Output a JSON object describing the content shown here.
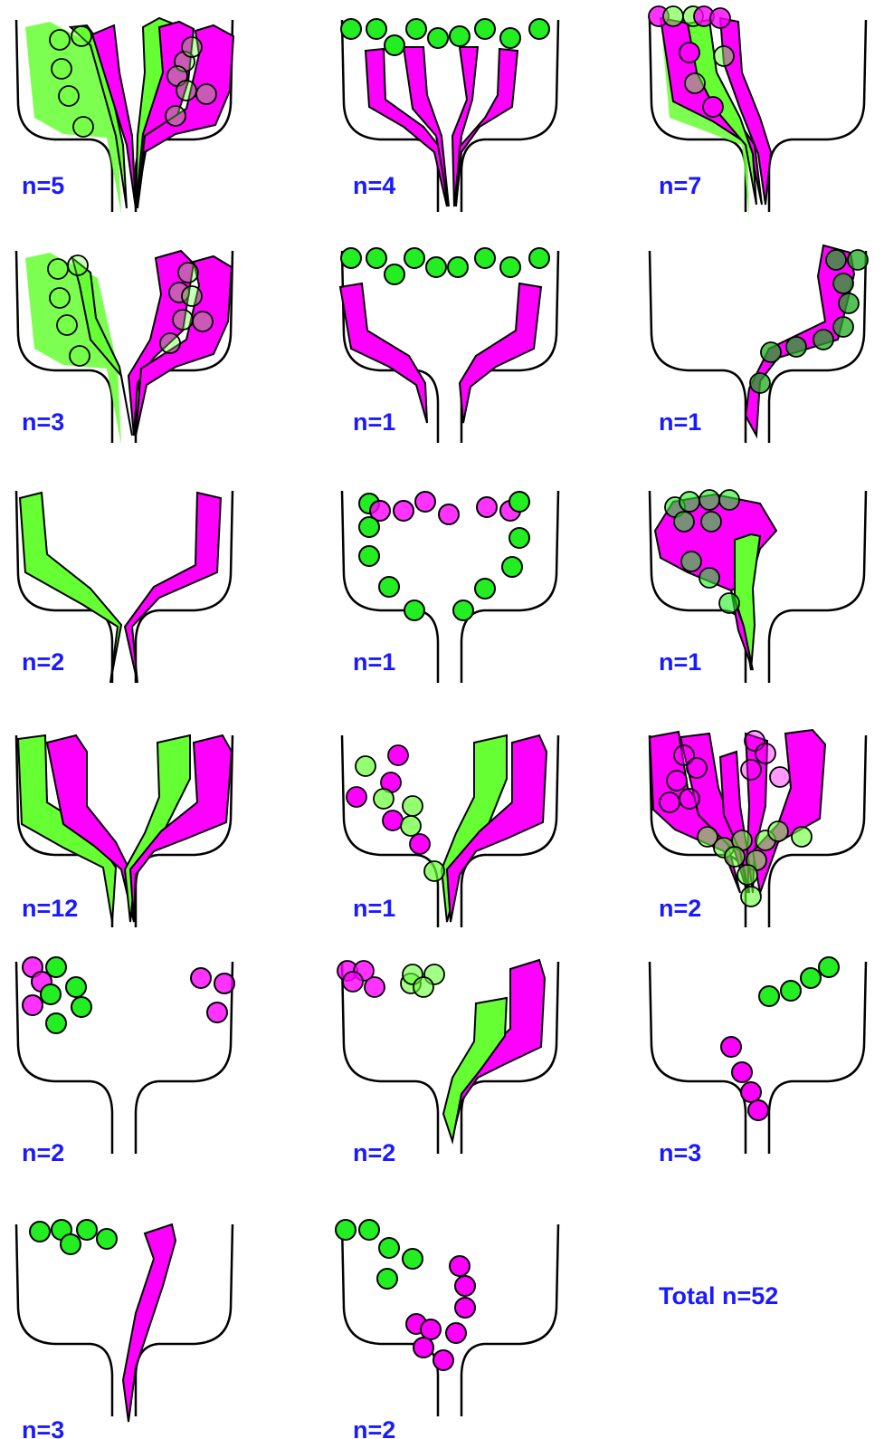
{
  "colors": {
    "green": "#66ff33",
    "magenta": "#ff00ff",
    "label": "#1a1aff",
    "outline": "#000000"
  },
  "panels": [
    {
      "id": "p1",
      "label": "n=5"
    },
    {
      "id": "p2",
      "label": "n=4"
    },
    {
      "id": "p3",
      "label": "n=7"
    },
    {
      "id": "p4",
      "label": "n=3"
    },
    {
      "id": "p5",
      "label": "n=1"
    },
    {
      "id": "p6",
      "label": "n=1"
    },
    {
      "id": "p7",
      "label": "n=2"
    },
    {
      "id": "p8",
      "label": "n=1"
    },
    {
      "id": "p9",
      "label": "n=1"
    },
    {
      "id": "p10",
      "label": "n=12"
    },
    {
      "id": "p11",
      "label": "n=1"
    },
    {
      "id": "p12",
      "label": "n=2"
    },
    {
      "id": "p13",
      "label": "n=2"
    },
    {
      "id": "p14",
      "label": "n=2"
    },
    {
      "id": "p15",
      "label": "n=3"
    },
    {
      "id": "p16",
      "label": "n=3"
    },
    {
      "id": "p17",
      "label": "n=2"
    }
  ],
  "total_label": "Total n=52"
}
